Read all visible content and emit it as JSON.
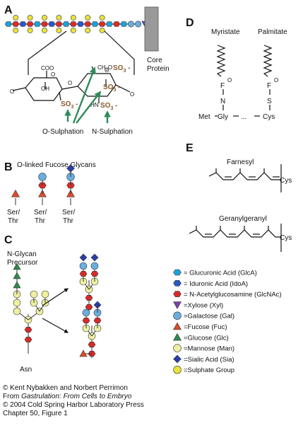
{
  "panels": {
    "A": {
      "label": "A",
      "core_label_1": "Core",
      "core_label_2": "Protein",
      "oxygen": "O",
      "oh": "OH",
      "coo": "COO",
      "ch2o": "CH",
      "ch2o_sub": "2",
      "ch2o_tail": "O",
      "so3": "SO",
      "so3_sub": "3",
      "hn": "HN",
      "o_sulph": "O-Sulphation",
      "n_sulph": "N-Sulphation"
    },
    "B": {
      "label": "B",
      "title": "O-linked Fucose Glycans",
      "ser": "Ser/",
      "thr": "Thr"
    },
    "C": {
      "label": "C",
      "precursor_1": "N-Glycan",
      "precursor_2": "Precursor",
      "asn": "Asn"
    },
    "D": {
      "label": "D",
      "myristate": "Myristate",
      "palmitate": "Palmitate",
      "f": "F",
      "o": "O",
      "n": "N",
      "s": "S",
      "met": "Met",
      "gly": "Gly",
      "dots": "...",
      "cys": "Cys"
    },
    "E": {
      "label": "E",
      "farnesyl": "Farnesyl",
      "geranylgeranyl": "Geranylgeranyl",
      "cys": "Cys"
    }
  },
  "legend": [
    {
      "shape": "hexagon",
      "color": "#1aa3d9",
      "label": "= Glucuronic Acid (GlcA)"
    },
    {
      "shape": "hexagon",
      "color": "#2a58c8",
      "label": "= Iduronic Acid (IdoA)"
    },
    {
      "shape": "hexagon",
      "color": "#d92a2a",
      "label": "= N-Acetylglucosamine (GlcNAc)"
    },
    {
      "shape": "triangle-down",
      "color": "#7b3fb0",
      "label": "=Xylose (Xyl)"
    },
    {
      "shape": "circle",
      "color": "#6aaee0",
      "label": "=Galactose (Gal)"
    },
    {
      "shape": "triangle-up",
      "color": "#e04a2a",
      "label": "=Fucose (Fuc)"
    },
    {
      "shape": "triangle-up",
      "color": "#2f8a4a",
      "label": "=Glucose (Glc)"
    },
    {
      "shape": "circle",
      "color": "#eef0a0",
      "label": "=Mannose (Man)"
    },
    {
      "shape": "diamond",
      "color": "#2b3ea8",
      "label": "=Sialic Acid (Sia)"
    },
    {
      "shape": "circle",
      "color": "#e8e23a",
      "label": "=Sulphate Group"
    }
  ],
  "credits": {
    "line1": "© Kent Nybakken and Norbert Perrimon",
    "line2_prefix": "From ",
    "line2_title": "Gastrulation: From Cells to Embryo",
    "line3": "© 2004  Cold Spring Harbor Laboratory Press",
    "line4": "Chapter 50, Figure 1"
  },
  "colors": {
    "glca": "#1aa3d9",
    "idoa": "#2a58c8",
    "glcnac": "#d92a2a",
    "xyl": "#7b3fb0",
    "gal": "#6aaee0",
    "fuc": "#e04a2a",
    "glc": "#2f8a4a",
    "man": "#eef0a0",
    "sia": "#2b3ea8",
    "sulphate": "#e8e23a",
    "arrow": "#2e8b57",
    "so3": "#8a5a2b",
    "core": "#9a9a9a"
  }
}
